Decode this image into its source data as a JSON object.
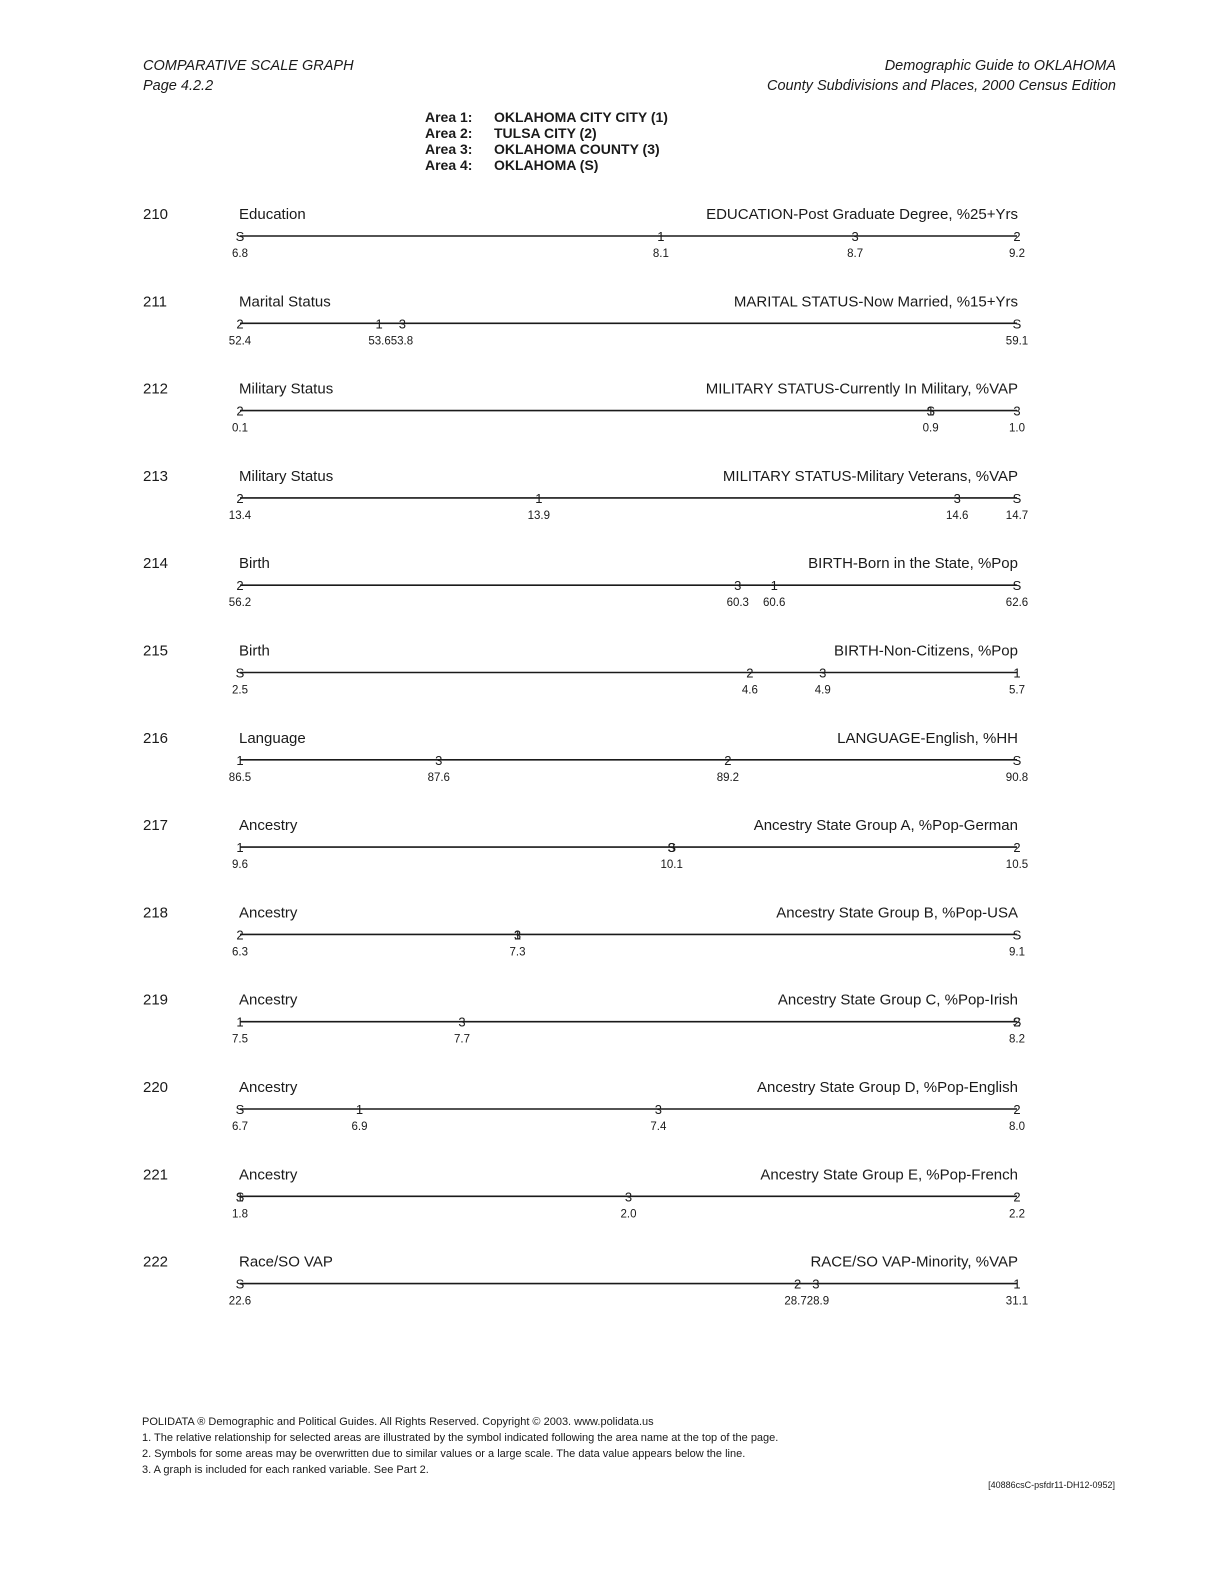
{
  "header": {
    "left_line1": "COMPARATIVE SCALE GRAPH",
    "left_line2": "Page 4.2.2",
    "right_line1": "Demographic Guide to OKLAHOMA",
    "right_line2": "County Subdivisions and Places, 2000 Census Edition"
  },
  "legend": [
    {
      "key": "Area 1:",
      "name": "OKLAHOMA CITY CITY (1)"
    },
    {
      "key": "Area 2:",
      "name": "TULSA CITY (2)"
    },
    {
      "key": "Area 3:",
      "name": "OKLAHOMA COUNTY (3)"
    },
    {
      "key": "Area 4:",
      "name": "OKLAHOMA (S)"
    }
  ],
  "chart_data": {
    "type": "scatter",
    "description_note": "",
    "rows": [
      {
        "num": "210",
        "category": "Education",
        "title": "EDUCATION-Post Graduate Degree, %25+Yrs",
        "markers": [
          {
            "sym": "S",
            "v": 6.8
          },
          {
            "sym": "1",
            "v": 8.1
          },
          {
            "sym": "3",
            "v": 8.7
          },
          {
            "sym": "2",
            "v": 9.2
          }
        ],
        "labels": [
          {
            "text": "6.8",
            "v": 6.8
          },
          {
            "text": "8.1",
            "v": 8.1
          },
          {
            "text": "8.7",
            "v": 8.7
          },
          {
            "text": "9.2",
            "v": 9.2
          }
        ]
      },
      {
        "num": "211",
        "category": "Marital Status",
        "title": "MARITAL STATUS-Now Married, %15+Yrs",
        "markers": [
          {
            "sym": "2",
            "v": 52.4
          },
          {
            "sym": "1",
            "v": 53.6
          },
          {
            "sym": "3",
            "v": 53.8
          },
          {
            "sym": "S",
            "v": 59.1
          }
        ],
        "labels": [
          {
            "text": "52.4",
            "v": 52.4
          },
          {
            "text": "53.653.8",
            "v": 53.7
          },
          {
            "text": "59.1",
            "v": 59.1
          }
        ]
      },
      {
        "num": "212",
        "category": "Military Status",
        "title": "MILITARY STATUS-Currently In Military, %VAP",
        "markers": [
          {
            "sym": "2",
            "v": 0.1
          },
          {
            "sym": "S",
            "v": 0.9
          },
          {
            "sym": "1",
            "v": 0.9
          },
          {
            "sym": "3",
            "v": 1.0
          }
        ],
        "labels": [
          {
            "text": "0.1",
            "v": 0.1
          },
          {
            "text": "0.9",
            "v": 0.9
          },
          {
            "text": "1.0",
            "v": 1.0
          }
        ]
      },
      {
        "num": "213",
        "category": "Military Status",
        "title": "MILITARY STATUS-Military Veterans, %VAP",
        "markers": [
          {
            "sym": "2",
            "v": 13.4
          },
          {
            "sym": "1",
            "v": 13.9
          },
          {
            "sym": "3",
            "v": 14.6
          },
          {
            "sym": "S",
            "v": 14.7
          }
        ],
        "labels": [
          {
            "text": "13.4",
            "v": 13.4
          },
          {
            "text": "13.9",
            "v": 13.9
          },
          {
            "text": "14.6",
            "v": 14.6
          },
          {
            "text": "14.7",
            "v": 14.7
          }
        ]
      },
      {
        "num": "214",
        "category": "Birth",
        "title": "BIRTH-Born in the State, %Pop",
        "markers": [
          {
            "sym": "2",
            "v": 56.2
          },
          {
            "sym": "3",
            "v": 60.3
          },
          {
            "sym": "1",
            "v": 60.6
          },
          {
            "sym": "S",
            "v": 62.6
          }
        ],
        "labels": [
          {
            "text": "56.2",
            "v": 56.2
          },
          {
            "text": "60.3",
            "v": 60.3
          },
          {
            "text": "60.6",
            "v": 60.6
          },
          {
            "text": "62.6",
            "v": 62.6
          }
        ]
      },
      {
        "num": "215",
        "category": "Birth",
        "title": "BIRTH-Non-Citizens, %Pop",
        "markers": [
          {
            "sym": "S",
            "v": 2.5
          },
          {
            "sym": "2",
            "v": 4.6
          },
          {
            "sym": "3",
            "v": 4.9
          },
          {
            "sym": "1",
            "v": 5.7
          }
        ],
        "labels": [
          {
            "text": "2.5",
            "v": 2.5
          },
          {
            "text": "4.6",
            "v": 4.6
          },
          {
            "text": "4.9",
            "v": 4.9
          },
          {
            "text": "5.7",
            "v": 5.7
          }
        ]
      },
      {
        "num": "216",
        "category": "Language",
        "title": "LANGUAGE-English, %HH",
        "markers": [
          {
            "sym": "1",
            "v": 86.5
          },
          {
            "sym": "3",
            "v": 87.6
          },
          {
            "sym": "2",
            "v": 89.2
          },
          {
            "sym": "S",
            "v": 90.8
          }
        ],
        "labels": [
          {
            "text": "86.5",
            "v": 86.5
          },
          {
            "text": "87.6",
            "v": 87.6
          },
          {
            "text": "89.2",
            "v": 89.2
          },
          {
            "text": "90.8",
            "v": 90.8
          }
        ]
      },
      {
        "num": "217",
        "category": "Ancestry",
        "title": "Ancestry State Group A, %Pop-German",
        "markers": [
          {
            "sym": "1",
            "v": 9.6
          },
          {
            "sym": "S",
            "v": 10.1
          },
          {
            "sym": "3",
            "v": 10.1
          },
          {
            "sym": "2",
            "v": 10.5
          }
        ],
        "labels": [
          {
            "text": "9.6",
            "v": 9.6
          },
          {
            "text": "10.1",
            "v": 10.1
          },
          {
            "text": "10.5",
            "v": 10.5
          }
        ]
      },
      {
        "num": "218",
        "category": "Ancestry",
        "title": "Ancestry State Group B, %Pop-USA",
        "markers": [
          {
            "sym": "2",
            "v": 6.3
          },
          {
            "sym": "1",
            "v": 7.3
          },
          {
            "sym": "3",
            "v": 7.3
          },
          {
            "sym": "S",
            "v": 9.1
          }
        ],
        "labels": [
          {
            "text": "6.3",
            "v": 6.3
          },
          {
            "text": "7.3",
            "v": 7.3
          },
          {
            "text": "9.1",
            "v": 9.1
          }
        ]
      },
      {
        "num": "219",
        "category": "Ancestry",
        "title": "Ancestry State Group C, %Pop-Irish",
        "markers": [
          {
            "sym": "1",
            "v": 7.5
          },
          {
            "sym": "3",
            "v": 7.7
          },
          {
            "sym": "S",
            "v": 8.2
          },
          {
            "sym": "2",
            "v": 8.2
          }
        ],
        "labels": [
          {
            "text": "7.5",
            "v": 7.5
          },
          {
            "text": "7.7",
            "v": 7.7
          },
          {
            "text": "8.2",
            "v": 8.2
          }
        ]
      },
      {
        "num": "220",
        "category": "Ancestry",
        "title": "Ancestry State Group D, %Pop-English",
        "markers": [
          {
            "sym": "S",
            "v": 6.7
          },
          {
            "sym": "1",
            "v": 6.9
          },
          {
            "sym": "3",
            "v": 7.4
          },
          {
            "sym": "2",
            "v": 8.0
          }
        ],
        "labels": [
          {
            "text": "6.7",
            "v": 6.7
          },
          {
            "text": "6.9",
            "v": 6.9
          },
          {
            "text": "7.4",
            "v": 7.4
          },
          {
            "text": "8.0",
            "v": 8.0
          }
        ]
      },
      {
        "num": "221",
        "category": "Ancestry",
        "title": "Ancestry State Group E, %Pop-French",
        "markers": [
          {
            "sym": "S",
            "v": 1.8
          },
          {
            "sym": "1",
            "v": 1.8
          },
          {
            "sym": "3",
            "v": 2.0
          },
          {
            "sym": "2",
            "v": 2.2
          }
        ],
        "labels": [
          {
            "text": "1.8",
            "v": 1.8
          },
          {
            "text": "2.0",
            "v": 2.0
          },
          {
            "text": "2.2",
            "v": 2.2
          }
        ]
      },
      {
        "num": "222",
        "category": "Race/SO VAP",
        "title": "RACE/SO VAP-Minority, %VAP",
        "markers": [
          {
            "sym": "S",
            "v": 22.6
          },
          {
            "sym": "2",
            "v": 28.7
          },
          {
            "sym": "3",
            "v": 28.9
          },
          {
            "sym": "1",
            "v": 31.1
          }
        ],
        "labels": [
          {
            "text": "22.6",
            "v": 22.6
          },
          {
            "text": "28.728.9",
            "v": 28.8
          },
          {
            "text": "31.1",
            "v": 31.1
          }
        ]
      }
    ]
  },
  "footer": {
    "line1": "POLIDATA ® Demographic and Political Guides. All Rights Reserved. Copyright © 2003. www.polidata.us",
    "line2": "1. The relative relationship for selected areas are illustrated by the symbol indicated following the area name at the top of the page.",
    "line3": "2. Symbols for some areas may be overwritten due to similar values or a large scale. The data value appears below the line.",
    "line4": "3. A graph is included for each ranked variable. See Part 2.",
    "code": "[40886csC-psfdr11-DH12-0952]"
  }
}
